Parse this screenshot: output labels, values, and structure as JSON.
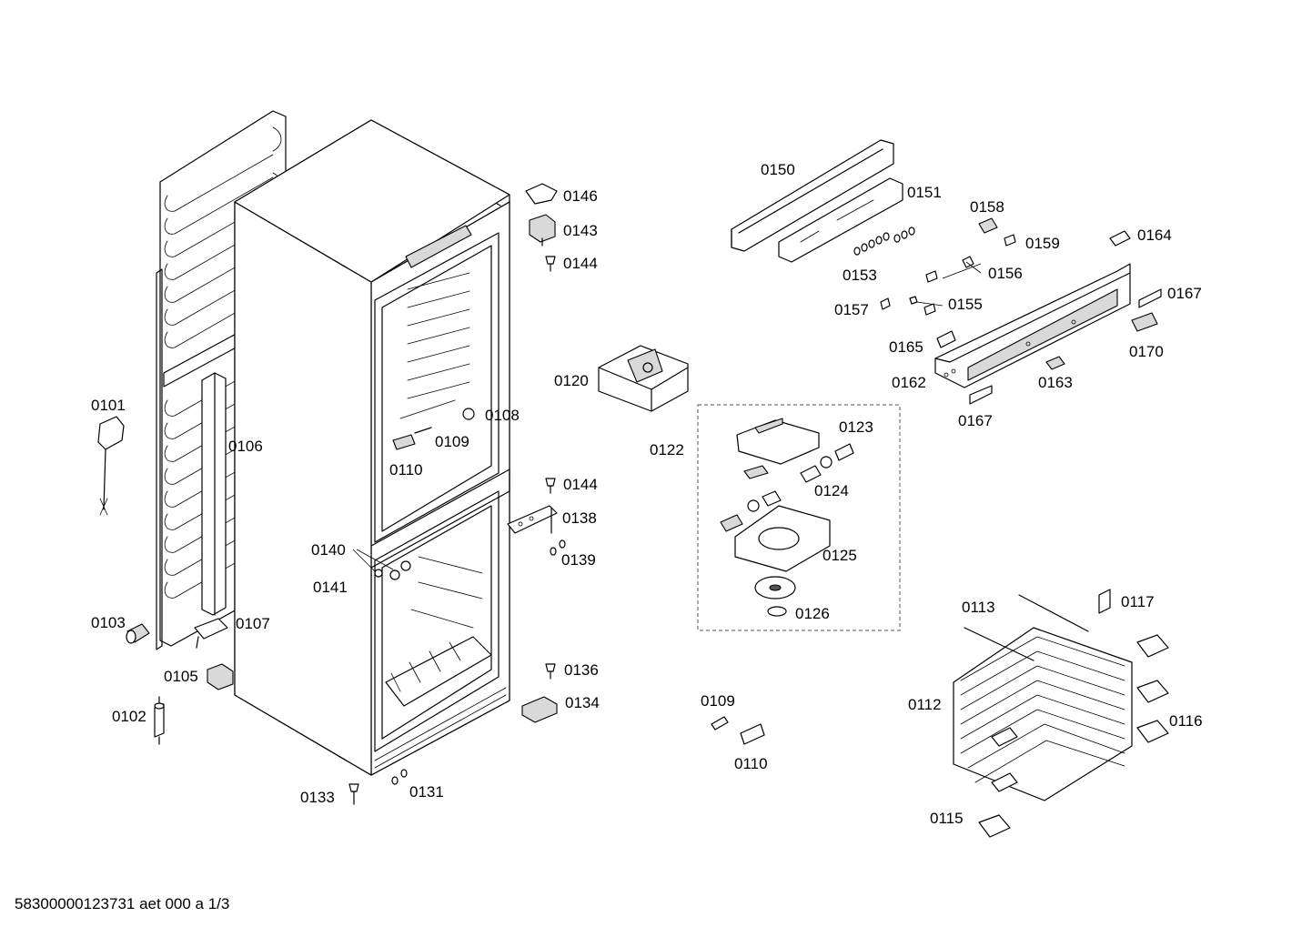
{
  "labels": [
    {
      "id": "0101",
      "text": "0101"
    },
    {
      "id": "0102",
      "text": "0102"
    },
    {
      "id": "0103",
      "text": "0103"
    },
    {
      "id": "0105",
      "text": "0105"
    },
    {
      "id": "0106",
      "text": "0106"
    },
    {
      "id": "0107",
      "text": "0107"
    },
    {
      "id": "0108",
      "text": "0108"
    },
    {
      "id": "0109a",
      "text": "0109"
    },
    {
      "id": "0110a",
      "text": "0110"
    },
    {
      "id": "0109b",
      "text": "0109"
    },
    {
      "id": "0110b",
      "text": "0110"
    },
    {
      "id": "0112",
      "text": "0112"
    },
    {
      "id": "0113",
      "text": "0113"
    },
    {
      "id": "0115",
      "text": "0115"
    },
    {
      "id": "0116",
      "text": "0116"
    },
    {
      "id": "0117",
      "text": "0117"
    },
    {
      "id": "0120",
      "text": "0120"
    },
    {
      "id": "0122",
      "text": "0122"
    },
    {
      "id": "0123",
      "text": "0123"
    },
    {
      "id": "0124",
      "text": "0124"
    },
    {
      "id": "0125",
      "text": "0125"
    },
    {
      "id": "0126",
      "text": "0126"
    },
    {
      "id": "0131",
      "text": "0131"
    },
    {
      "id": "0133",
      "text": "0133"
    },
    {
      "id": "0134",
      "text": "0134"
    },
    {
      "id": "0136",
      "text": "0136"
    },
    {
      "id": "0138",
      "text": "0138"
    },
    {
      "id": "0139",
      "text": "0139"
    },
    {
      "id": "0140",
      "text": "0140"
    },
    {
      "id": "0141",
      "text": "0141"
    },
    {
      "id": "0143",
      "text": "0143"
    },
    {
      "id": "0144a",
      "text": "0144"
    },
    {
      "id": "0144b",
      "text": "0144"
    },
    {
      "id": "0146",
      "text": "0146"
    },
    {
      "id": "0150",
      "text": "0150"
    },
    {
      "id": "0151",
      "text": "0151"
    },
    {
      "id": "0153",
      "text": "0153"
    },
    {
      "id": "0155",
      "text": "0155"
    },
    {
      "id": "0156",
      "text": "0156"
    },
    {
      "id": "0157",
      "text": "0157"
    },
    {
      "id": "0158",
      "text": "0158"
    },
    {
      "id": "0159",
      "text": "0159"
    },
    {
      "id": "0162",
      "text": "0162"
    },
    {
      "id": "0163",
      "text": "0163"
    },
    {
      "id": "0164",
      "text": "0164"
    },
    {
      "id": "0165",
      "text": "0165"
    },
    {
      "id": "0167a",
      "text": "0167"
    },
    {
      "id": "0167b",
      "text": "0167"
    },
    {
      "id": "0170",
      "text": "0170"
    }
  ],
  "footer": {
    "text": "58300000123731 aet 000 a 1/3"
  }
}
